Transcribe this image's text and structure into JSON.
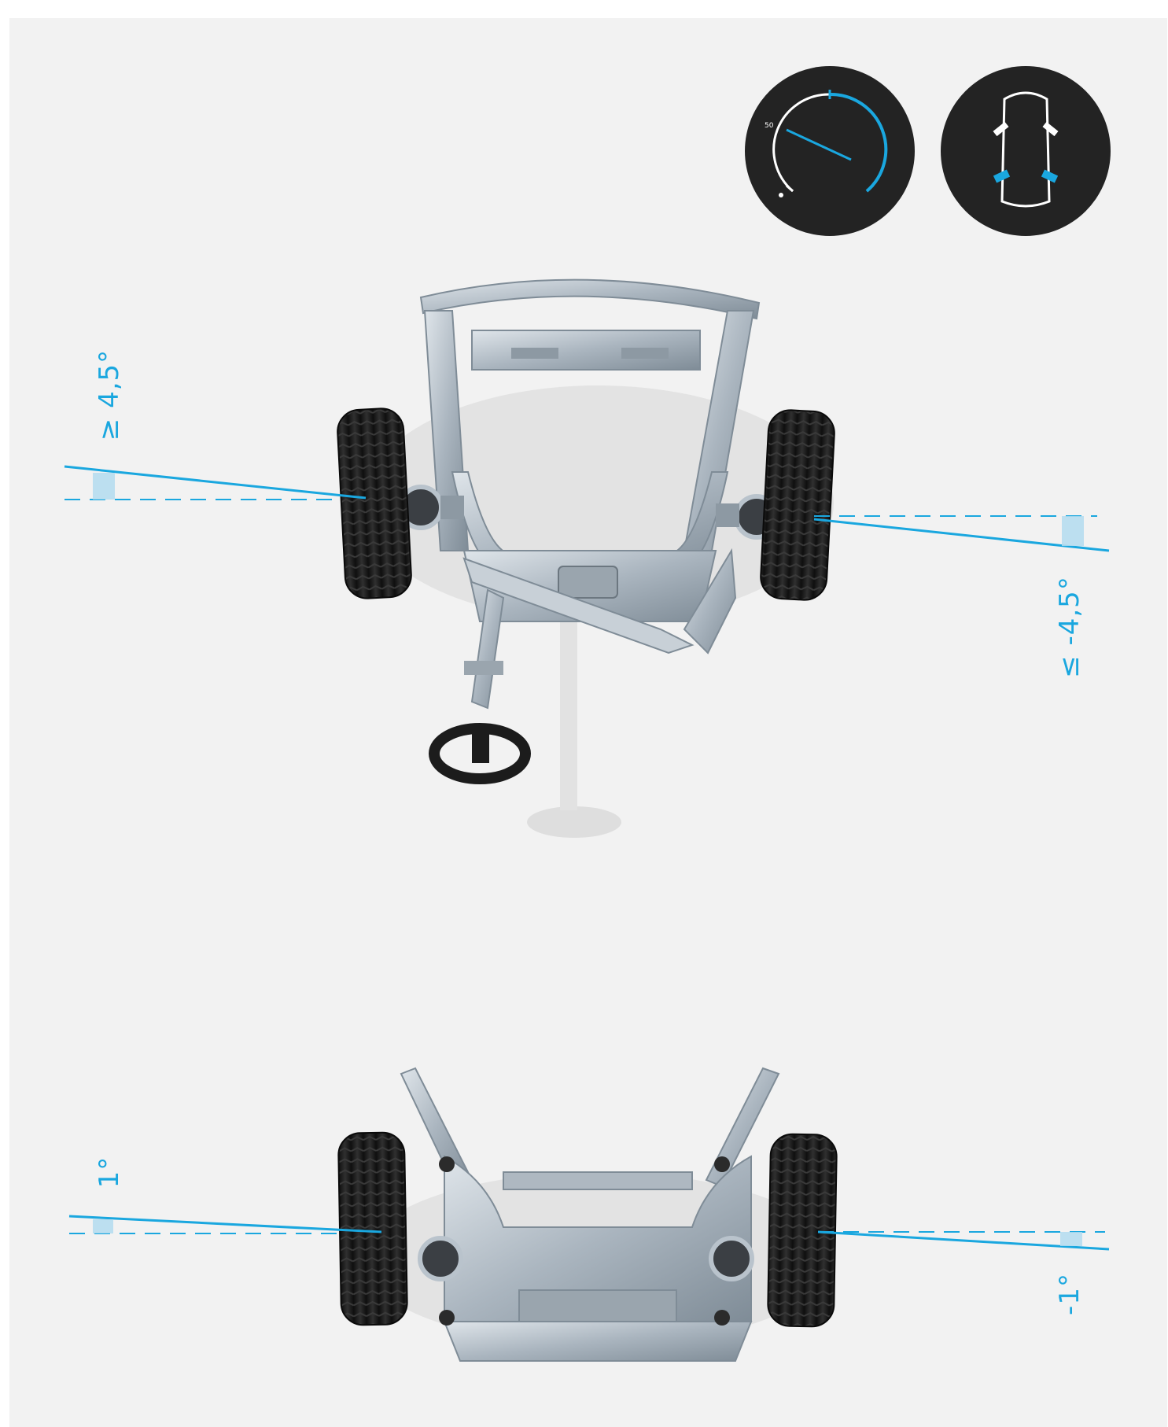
{
  "colors": {
    "accent": "#1aa7df",
    "background": "#f2f2f2",
    "icon_disc": "#232323",
    "frame": "#b9c3cc",
    "tire": "#1c1c1c"
  },
  "front_axle": {
    "left_angle_label": "≥ 4,5°",
    "right_angle_label": "≤ -4,5°"
  },
  "rear_axle": {
    "left_angle_label": "1°",
    "right_angle_label": "-1°"
  },
  "icons": [
    {
      "name": "steering-angle-icon",
      "scale_mark": "50"
    },
    {
      "name": "all-wheel-steering-icon"
    }
  ]
}
